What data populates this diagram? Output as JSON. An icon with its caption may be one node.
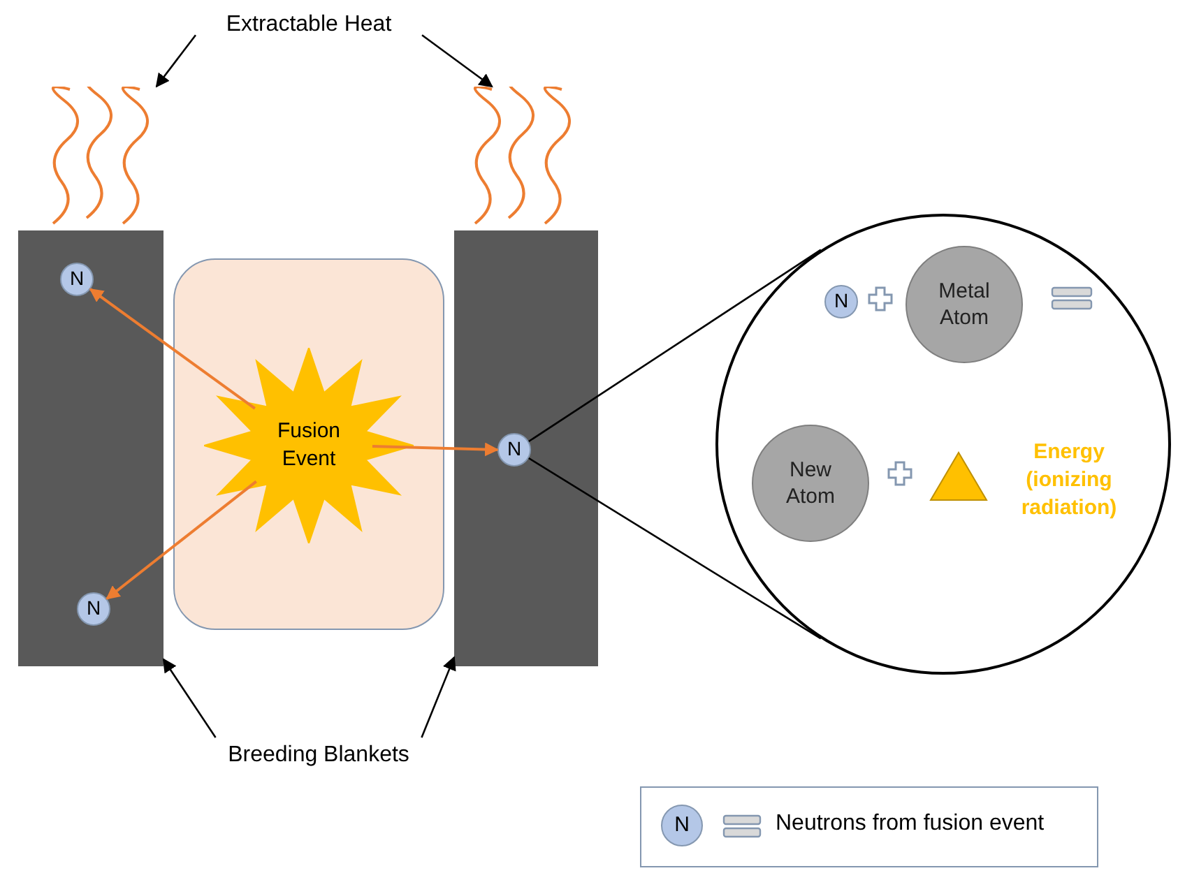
{
  "diagram": {
    "nodes": [
      {
        "text": [
          "Extractable Heat"
        ]
      },
      {
        "text": [],
        "shape": "wave"
      },
      {
        "text": [],
        "shape": "wave"
      },
      {
        "text": [],
        "shape": "bar"
      },
      {
        "text": [],
        "shape": "box"
      },
      {
        "text": [
          "Fusion Event"
        ],
        "in": 4
      },
      {
        "text": [],
        "shape": "bar"
      },
      {
        "text": [
          "N"
        ],
        "in": 3
      },
      {
        "text": [
          "N"
        ],
        "in": 3
      },
      {
        "text": [
          "N"
        ],
        "in": 6
      },
      {
        "text": [],
        "shape": "circle"
      },
      {
        "text": [
          "N"
        ],
        "in": 10
      },
      {
        "text": [
          "Metal Atom"
        ],
        "in": 10
      },
      {
        "text": [
          "New Atom"
        ],
        "in": 10
      },
      {
        "text": [],
        "shape": "triangle",
        "in": 10,
        "beside": [
          "Energy (ionizing radiation)"
        ]
      },
      {
        "text": [
          "Breeding Blankets"
        ]
      }
    ],
    "edges": [
      {
        "from": 0,
        "to": 1,
        "arrow": "to"
      },
      {
        "from": 0,
        "to": 2,
        "arrow": "to"
      },
      {
        "from": 5,
        "to": 7,
        "arrow": "to",
        "color": "#ed7d31"
      },
      {
        "from": 5,
        "to": 8,
        "arrow": "to",
        "color": "#ed7d31"
      },
      {
        "from": 5,
        "to": 9,
        "arrow": "to",
        "color": "#ed7d31"
      },
      {
        "from": 15,
        "to": 3,
        "arrow": "to"
      },
      {
        "from": 15,
        "to": 6,
        "arrow": "to"
      },
      {
        "from": 9,
        "to": 10,
        "arrow": "none"
      },
      {
        "from": 9,
        "to": 10,
        "arrow": "none"
      }
    ],
    "labels": [
      "N"
    ],
    "legend": [
      {
        "text": "Neutrons from fusion event"
      }
    ]
  }
}
